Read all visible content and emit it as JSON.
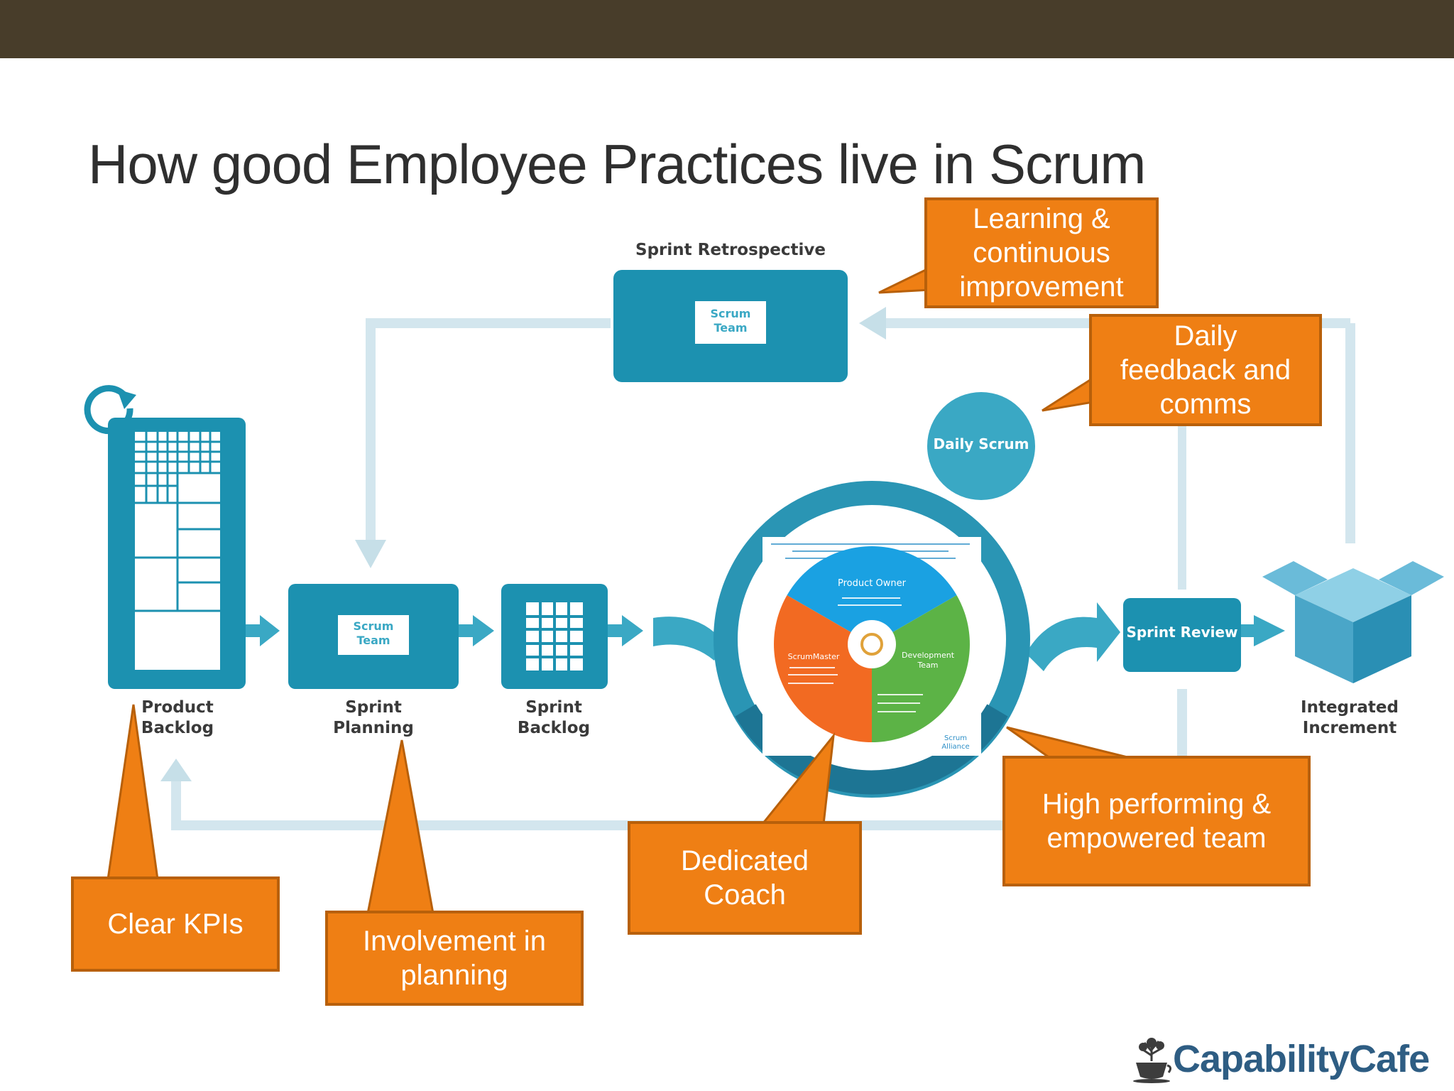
{
  "slide": {
    "title": "How good Employee Practices live in Scrum"
  },
  "diagram": {
    "sprint_retrospective": "Sprint Retrospective",
    "scrum_team_top": "Scrum\nTeam",
    "scrum_team_planning": "Scrum\nTeam",
    "daily_scrum": "Daily Scrum",
    "sprint_review": "Sprint Review",
    "product_backlog": "Product\nBacklog",
    "sprint_planning": "Sprint\nPlanning",
    "sprint_backlog": "Sprint\nBacklog",
    "integrated_increment": "Integrated\nIncrement",
    "wheel_segments": {
      "product_owner": "Product Owner",
      "scrum_master": "ScrumMaster",
      "development_team": "Development\nTeam"
    },
    "wheel_brand": "Scrum\nAlliance"
  },
  "callouts": {
    "learning": "Learning &\ncontinuous\nimprovement",
    "daily_feedback": "Daily\nfeedback and\ncomms",
    "clear_kpis": "Clear KPIs",
    "involvement": "Involvement in\nplanning",
    "dedicated_coach": "Dedicated\nCoach",
    "high_performing": "High performing &\nempowered team"
  },
  "logo": {
    "brand": "CapabilityCafe"
  },
  "colors": {
    "header_bar": "#483d2a",
    "scrum_teal": "#1c91b0",
    "callout_orange": "#ef7f14",
    "callout_border": "#b8600a",
    "wheel_blue": "#1aa1e2",
    "wheel_orange": "#f26a22",
    "wheel_green": "#5cb346"
  }
}
